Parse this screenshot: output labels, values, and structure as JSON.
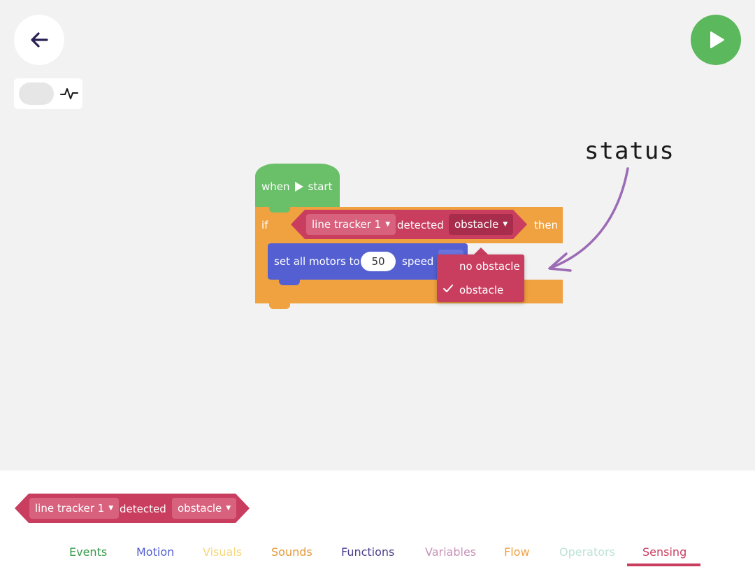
{
  "annotation": {
    "text": "status"
  },
  "workspace": {
    "hat_block": {
      "label_when": "when",
      "label_start": "start"
    },
    "if_block": {
      "if_label": "if",
      "then_label": "then",
      "condition": {
        "sensor": "line tracker 1",
        "verb": "detected",
        "state": "obstacle"
      }
    },
    "motor_block": {
      "label": "set all motors to",
      "value": "50",
      "unit": "speed"
    },
    "dropdown": {
      "options": [
        {
          "label": "no obstacle",
          "selected": false
        },
        {
          "label": "obstacle",
          "selected": true
        }
      ]
    }
  },
  "palette": {
    "block": {
      "sensor": "line tracker 1",
      "verb": "detected",
      "state": "obstacle"
    },
    "tabs": [
      {
        "label": "Events",
        "color": "#3a9a4a"
      },
      {
        "label": "Motion",
        "color": "#5460d1"
      },
      {
        "label": "Visuals",
        "color": "#f5d77a"
      },
      {
        "label": "Sounds",
        "color": "#e39a3a"
      },
      {
        "label": "Functions",
        "color": "#4a3f8a"
      },
      {
        "label": "Variables",
        "color": "#c692b8"
      },
      {
        "label": "Flow",
        "color": "#f0a140"
      },
      {
        "label": "Operators",
        "color": "#bde3d4"
      },
      {
        "label": "Sensing",
        "color": "#c93d5f",
        "active": true
      }
    ]
  },
  "colors": {
    "events": "#6abf69",
    "flow": "#f0a140",
    "motion": "#5460d1",
    "sensing": "#c93d5f",
    "play": "#5cb85c"
  }
}
